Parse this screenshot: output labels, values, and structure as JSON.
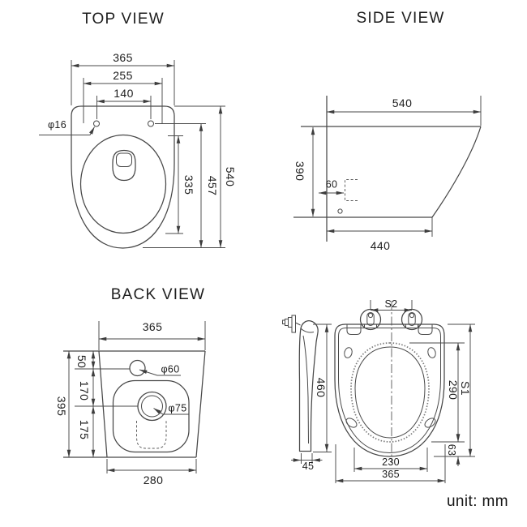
{
  "unit_label": "unit: mm",
  "colors": {
    "line": "#4a4a4a",
    "text": "#1d1d1d",
    "background": "#ffffff"
  },
  "views": {
    "top": {
      "title": "TOP VIEW",
      "width_total": "365",
      "width_fixing": "255",
      "hole_spacing": "140",
      "hole_dia": "φ16",
      "inner_length": "335",
      "rim_length": "457",
      "total_length": "540"
    },
    "side": {
      "title": "SIDE VIEW",
      "depth_total": "540",
      "height": "390",
      "outlet_offset": "60",
      "base_depth": "440"
    },
    "back": {
      "title": "BACK VIEW",
      "width_top": "365",
      "height_total": "395",
      "inlet_drop": "50",
      "inlet_to_outlet": "170",
      "outlet_to_floor": "175",
      "inlet_dia": "φ60",
      "outlet_dia": "φ75",
      "width_bottom": "280"
    },
    "seat": {
      "hinge_spacing": "S2",
      "length": "460",
      "thickness": "45",
      "opening_length": "290",
      "total_length": "S1",
      "front_edge": "63",
      "opening_width": "230",
      "width": "365"
    }
  }
}
